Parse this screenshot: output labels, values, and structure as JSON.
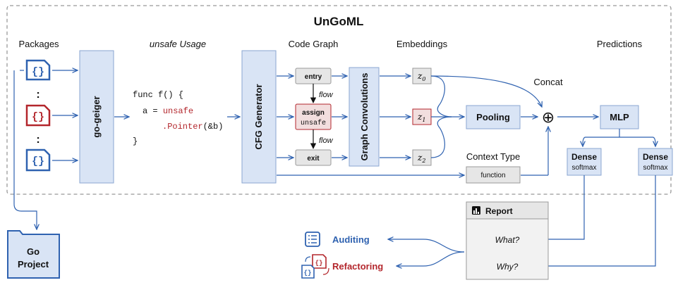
{
  "title": "UnGoML",
  "headers": {
    "packages": "Packages",
    "unsafe_usage": "unsafe Usage",
    "code_graph": "Code Graph",
    "embeddings": "Embeddings",
    "predictions": "Predictions",
    "concat": "Concat",
    "context_type": "Context Type"
  },
  "package_icon": "{}",
  "package_dots": ":",
  "go_geiger": "go-geiger",
  "code": {
    "line1": "func f() {",
    "line2_prefix": "a = ",
    "line2_keyword": "unsafe",
    "line3_keyword": ".Pointer",
    "line3_suffix": "(&b)",
    "line4": "}"
  },
  "cfg_generator": "CFG Generator",
  "graph_nodes": {
    "entry": "entry",
    "assign": "assign",
    "assign_sub": "unsafe",
    "exit": "exit",
    "flow": "flow"
  },
  "graph_convolutions": "Graph Convolutions",
  "embeddings": {
    "z0": "z",
    "z0_sub": "0",
    "z1": "z",
    "z1_sub": "1",
    "z2": "z",
    "z2_sub": "2"
  },
  "pooling": "Pooling",
  "concat_symbol": "⊕",
  "context_value": "function",
  "mlp": "MLP",
  "dense": {
    "label": "Dense",
    "sub": "softmax"
  },
  "report": {
    "title": "Report",
    "what": "What?",
    "why": "Why?"
  },
  "go_project": {
    "line1": "Go",
    "line2": "Project"
  },
  "outputs": {
    "auditing": "Auditing",
    "refactoring": "Refactoring"
  },
  "colors": {
    "blue": "#2f62b0",
    "blue_fill": "#d9e4f5",
    "red": "#b3262c",
    "gray_fill": "#e6e6e6",
    "dashed": "#999999"
  }
}
